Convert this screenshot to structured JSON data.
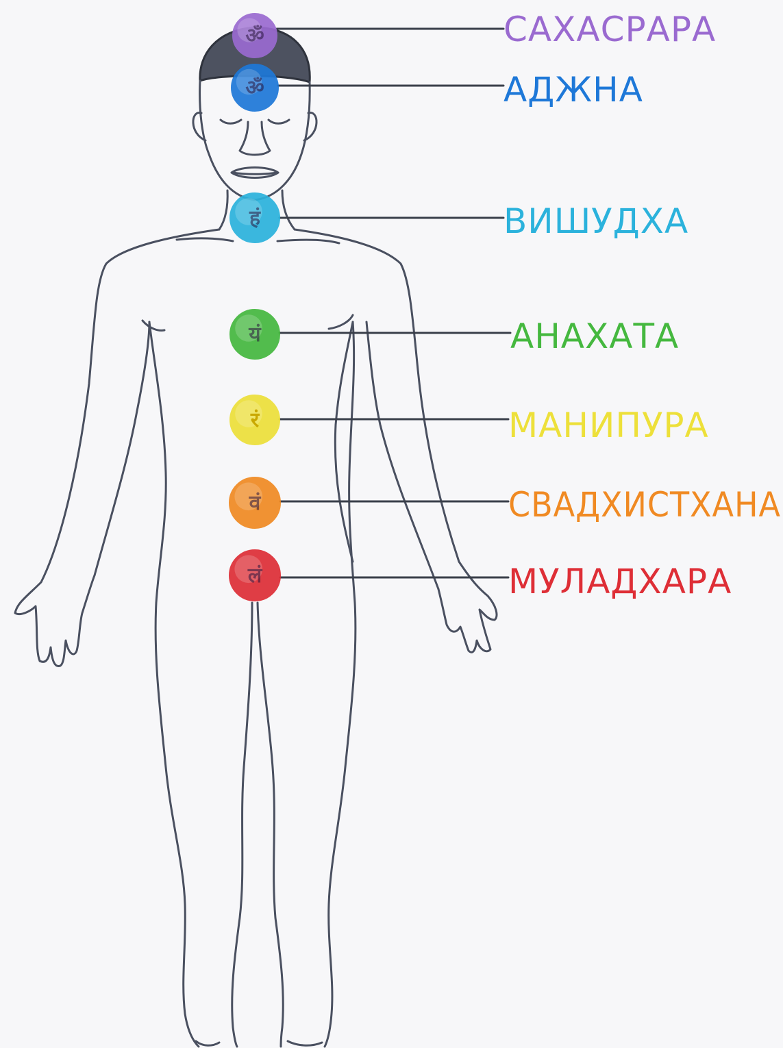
{
  "chakras": [
    {
      "id": "sahasrara",
      "label": "САХАСРАРА",
      "color": "#9a6ad0",
      "symbol": "ॐ"
    },
    {
      "id": "ajna",
      "label": "АДЖНА",
      "color": "#1e78d8",
      "symbol": "ॐ"
    },
    {
      "id": "vishuddha",
      "label": "ВИШУДХА",
      "color": "#2bb2dc",
      "symbol": "हं"
    },
    {
      "id": "anahata",
      "label": "АНАХАТА",
      "color": "#45b83f",
      "symbol": "यं"
    },
    {
      "id": "manipura",
      "label": "МАНИПУРА",
      "color": "#ede03a",
      "symbol": "रं"
    },
    {
      "id": "svadhisthana",
      "label": "СВАДХИСТХАНА",
      "color": "#f08a23",
      "symbol": "वं"
    },
    {
      "id": "muladhara",
      "label": "МУЛАДХАРА",
      "color": "#de2e36",
      "symbol": "लं"
    }
  ],
  "figure_stroke_color": "#4a5060",
  "hair_color": "#4d5260"
}
